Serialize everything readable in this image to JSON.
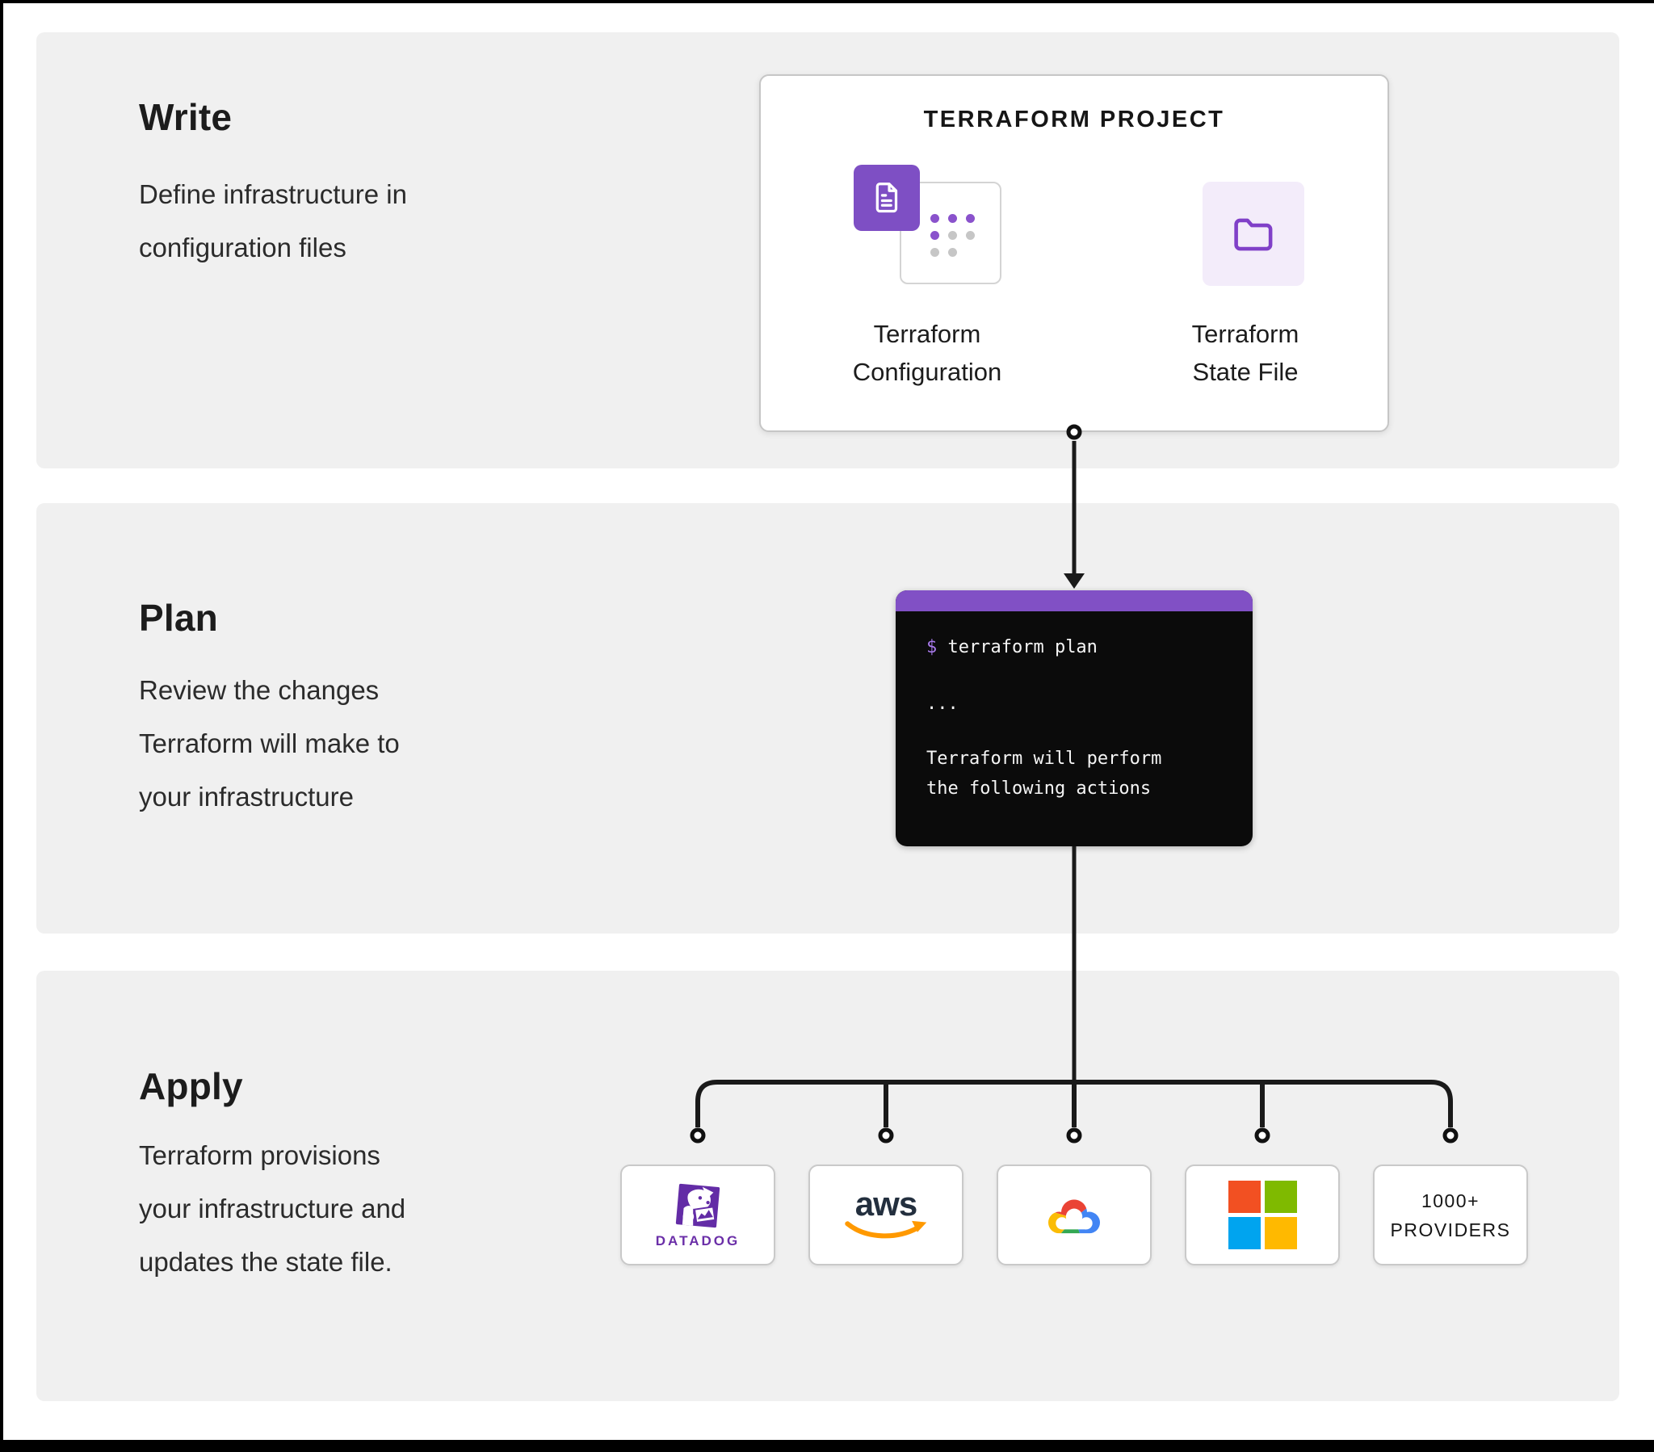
{
  "sections": {
    "write": {
      "title": "Write",
      "desc": [
        "Define infrastructure in",
        "configuration files"
      ]
    },
    "plan": {
      "title": "Plan",
      "desc": [
        "Review the changes",
        "Terraform will make to",
        "your infrastructure"
      ]
    },
    "apply": {
      "title": "Apply",
      "desc": [
        "Terraform provisions",
        "your infrastructure and",
        "updates the state file."
      ]
    }
  },
  "project_card": {
    "title": "TERRAFORM PROJECT",
    "configuration": {
      "label_lines": [
        "Terraform",
        "Configuration"
      ],
      "icon": "document-icon"
    },
    "state_file": {
      "label_lines": [
        "Terraform",
        "State File"
      ],
      "icon": "folder-icon"
    }
  },
  "terminal": {
    "prompt": "$",
    "command": " terraform plan",
    "ellipsis": "...",
    "output": [
      "Terraform will perform",
      "the following actions"
    ]
  },
  "providers": {
    "datadog": {
      "name": "Datadog",
      "label": "DATADOG"
    },
    "aws": {
      "name": "AWS",
      "wordmark": "aws"
    },
    "google_cloud": {
      "name": "Google Cloud"
    },
    "microsoft": {
      "name": "Microsoft"
    },
    "more": {
      "line1": "1000+",
      "line2": "PROVIDERS"
    }
  },
  "colors": {
    "panel_bg": "#f0f0f0",
    "accent_purple": "#8150c5",
    "lavender_bg": "#f3ecfa",
    "flow_line": "#1a1a1a",
    "terminal_bg": "#0b0b0b",
    "terminal_text": "#f5f5f5",
    "card_border": "#c9c9c9",
    "datadog_purple": "#632ca6",
    "aws_navy": "#232f3e",
    "aws_orange": "#ff9900",
    "gcp_red": "#ea4335",
    "gcp_blue": "#4285f4",
    "gcp_yellow": "#fbbc05",
    "gcp_green": "#34a853",
    "ms_red": "#f25022",
    "ms_green": "#7fba00",
    "ms_blue": "#00a4ef",
    "ms_yellow": "#ffb900"
  }
}
